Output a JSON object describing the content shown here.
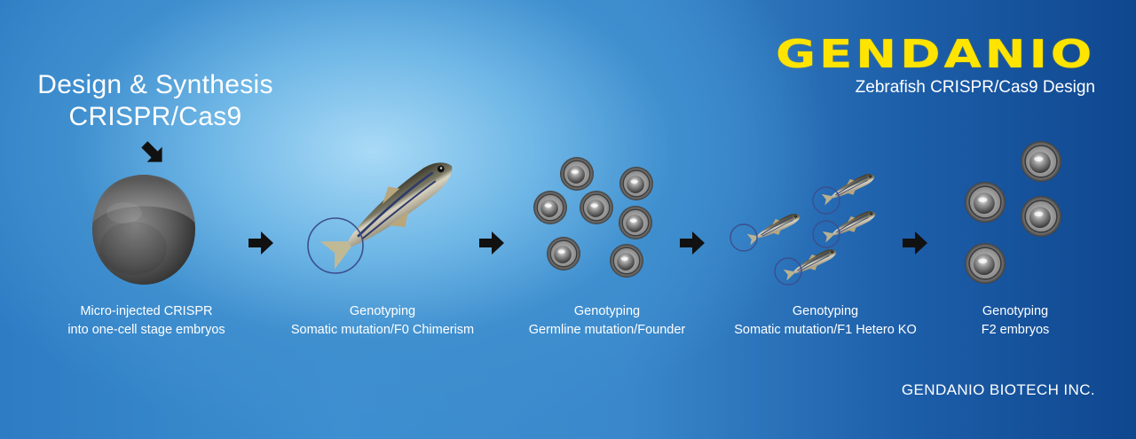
{
  "intro": {
    "line1": "Design & Synthesis",
    "line2": "CRISPR/Cas9"
  },
  "brand": {
    "logo": "GENDANIO",
    "tagline": "Zebrafish CRISPR/Cas9 Design",
    "company": "GENDANIO BIOTECH INC."
  },
  "colors": {
    "logo_yellow": "#ffe400",
    "background_blue": "#2e7cc4",
    "text_white": "#ffffff"
  },
  "steps": [
    {
      "title": "Micro-injected CRISPR",
      "subtitle": "into one-cell stage embryos"
    },
    {
      "title": "Genotyping",
      "subtitle": "Somatic mutation/F0 Chimerism"
    },
    {
      "title": "Genotyping",
      "subtitle": "Germline mutation/Founder"
    },
    {
      "title": "Genotyping",
      "subtitle": "Somatic mutation/F1 Hetero KO"
    },
    {
      "title": "Genotyping",
      "subtitle": "F2 embryos"
    }
  ],
  "icons": {
    "pointer": "arrow-down-right-icon",
    "flow": "arrow-right-icon"
  }
}
